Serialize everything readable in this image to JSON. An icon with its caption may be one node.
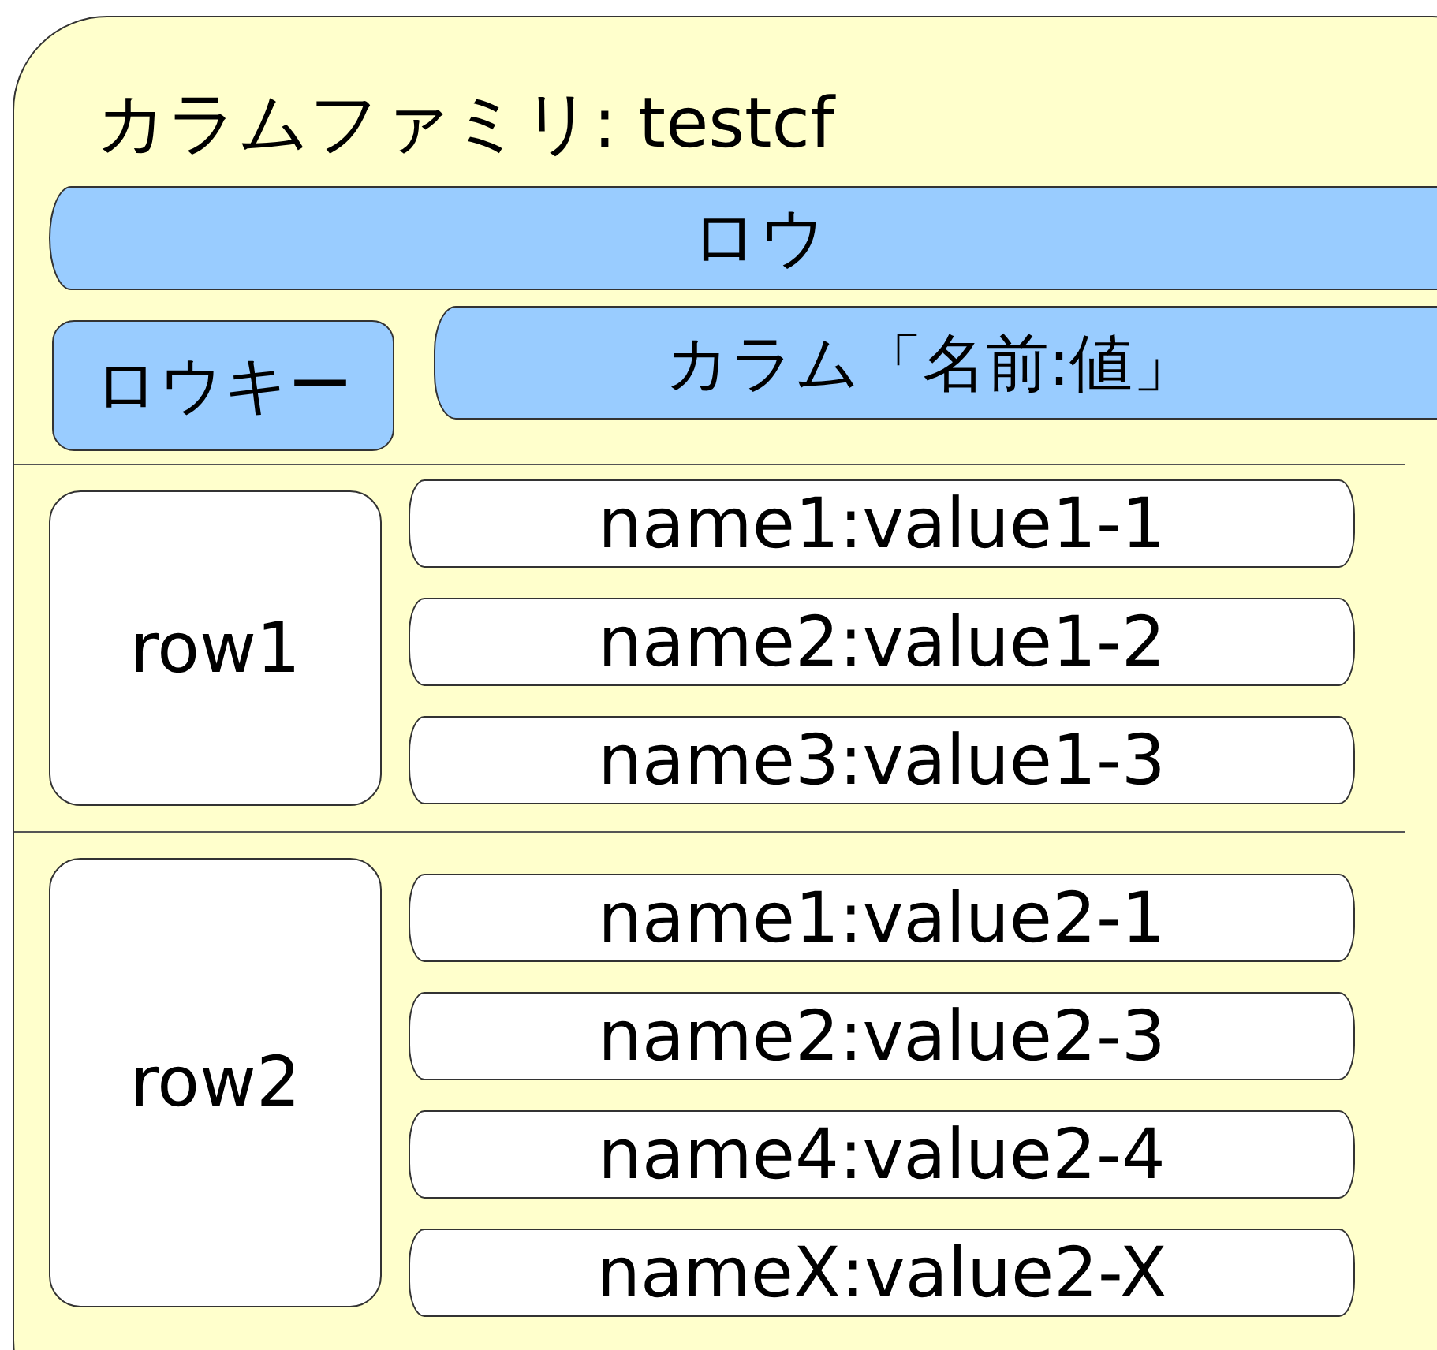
{
  "diagram": {
    "nodes": [
      {
        "text": [
          "カラムファミリ: testcf"
        ]
      },
      {
        "text": [
          "ロウ"
        ],
        "in": 0
      },
      {
        "text": [
          "ロウキー"
        ],
        "in": 0
      },
      {
        "text": [
          "カラム「名前:値」"
        ],
        "in": 0
      },
      {
        "text": [
          "row1"
        ],
        "in": 0
      },
      {
        "text": [
          "name1:value1-1"
        ],
        "in": 0
      },
      {
        "text": [
          "name2:value1-2"
        ],
        "in": 0
      },
      {
        "text": [
          "name3:value1-3"
        ],
        "in": 0
      },
      {
        "text": [
          "row2"
        ],
        "in": 0
      },
      {
        "text": [
          "name1:value2-1"
        ],
        "in": 0
      },
      {
        "text": [
          "name2:value2-3"
        ],
        "in": 0
      },
      {
        "text": [
          "name4:value2-4"
        ],
        "in": 0
      },
      {
        "text": [
          "nameX:value2-X"
        ],
        "in": 0
      }
    ]
  }
}
